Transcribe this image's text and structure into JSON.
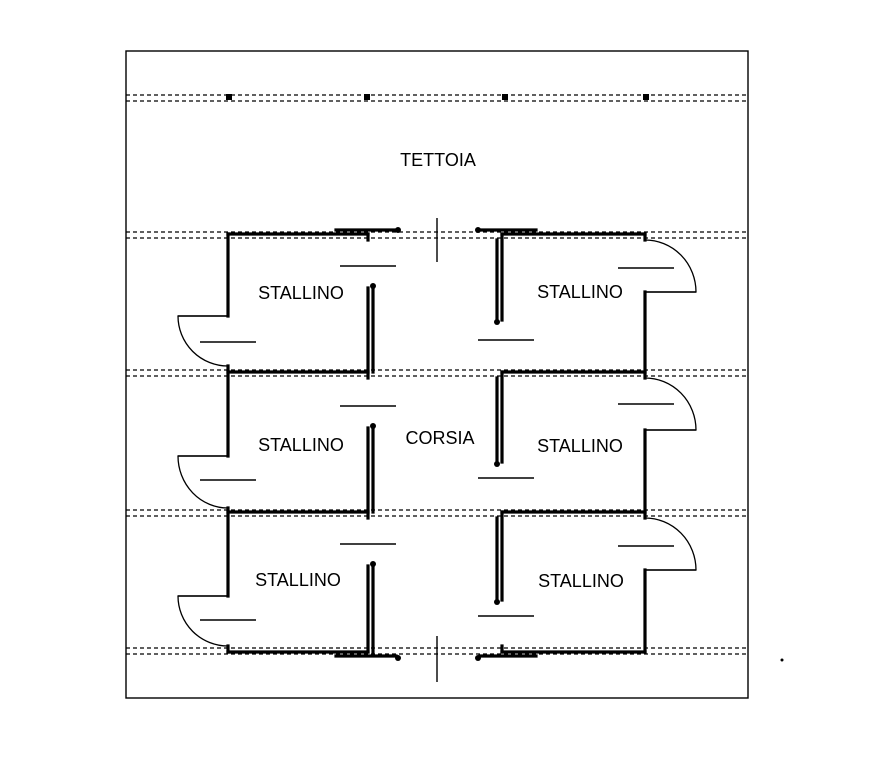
{
  "plan": {
    "label_tettoia": "TETTOIA",
    "label_corsia": "CORSIA",
    "stalls": [
      {
        "label": "STALLINO"
      },
      {
        "label": "STALLINO"
      },
      {
        "label": "STALLINO"
      },
      {
        "label": "STALLINO"
      },
      {
        "label": "STALLINO"
      },
      {
        "label": "STALLINO"
      }
    ]
  }
}
